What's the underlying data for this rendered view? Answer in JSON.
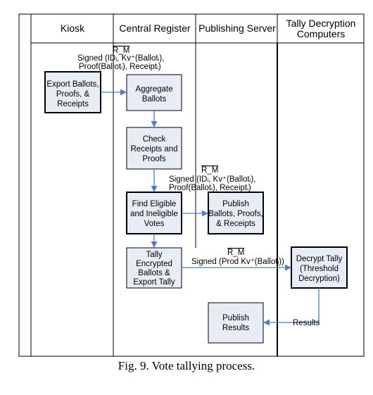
{
  "lanes": [
    {
      "key": "kiosk",
      "label": "Kiosk"
    },
    {
      "key": "central",
      "label": "Central Register"
    },
    {
      "key": "publish",
      "label": "Publishing Server"
    },
    {
      "key": "tally_line1",
      "label": "Tally Decryption"
    },
    {
      "key": "tally_line2",
      "label": "Computers"
    }
  ],
  "boxes": {
    "export": [
      "Export Ballots,",
      "Proofs, &",
      "Receipts"
    ],
    "aggregate": [
      "Aggregate",
      "Ballots"
    ],
    "check": [
      "Check",
      "Receipts and",
      "Proofs"
    ],
    "find": [
      "Find Eligible",
      "and Ineligible",
      "Votes"
    ],
    "publish1": [
      "Publish",
      "Ballots, Proofs,",
      "& Receipts"
    ],
    "tally": [
      "Tally",
      "Encrypted",
      "Ballots &",
      "Export Tally"
    ],
    "decrypt": [
      "Decrypt Tally",
      "(Threshold",
      "Decryption)"
    ],
    "publish2": [
      "Publish",
      "Results"
    ]
  },
  "annotations": {
    "a1": [
      "R_M",
      "Signed (IDᵢ, Kv⁺(Ballotᵢ),",
      "Proof(Ballotᵢ), Receiptᵢ)"
    ],
    "a2": [
      "R_M",
      "Signed (IDᵢ, Kv⁺(Ballotᵢ),",
      "Proof(Ballotᵢ), Receiptᵢ)"
    ],
    "a3": [
      "R_M",
      "Signed (Prod Kv⁺(Ballotᵢ))"
    ],
    "results": "Results"
  },
  "caption": "Fig. 9. Vote tallying process.",
  "colors": {
    "box_fill": "#e8ecf6",
    "arrow": "#4f7ec8",
    "frame": "#000000",
    "header_line": "#c0c0c0"
  }
}
